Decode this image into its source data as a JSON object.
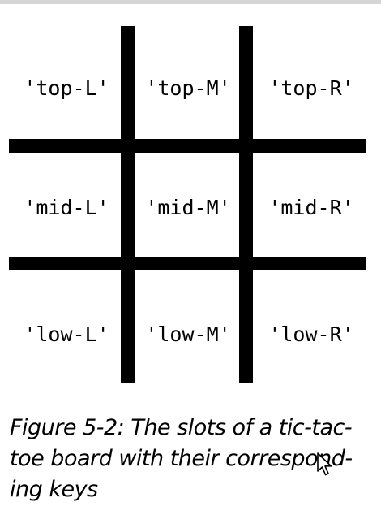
{
  "board": {
    "rows": [
      [
        "'top-L'",
        "'top-M'",
        "'top-R'"
      ],
      [
        "'mid-L'",
        "'mid-M'",
        "'mid-R'"
      ],
      [
        "'low-L'",
        "'low-M'",
        "'low-R'"
      ]
    ]
  },
  "caption": {
    "line1": "Figure 5-2: The slots of a tic-tac-",
    "line2": "toe board with their correspond-",
    "line3": "ing keys"
  },
  "icons": {
    "cursor": "mouse-pointer-icon"
  }
}
